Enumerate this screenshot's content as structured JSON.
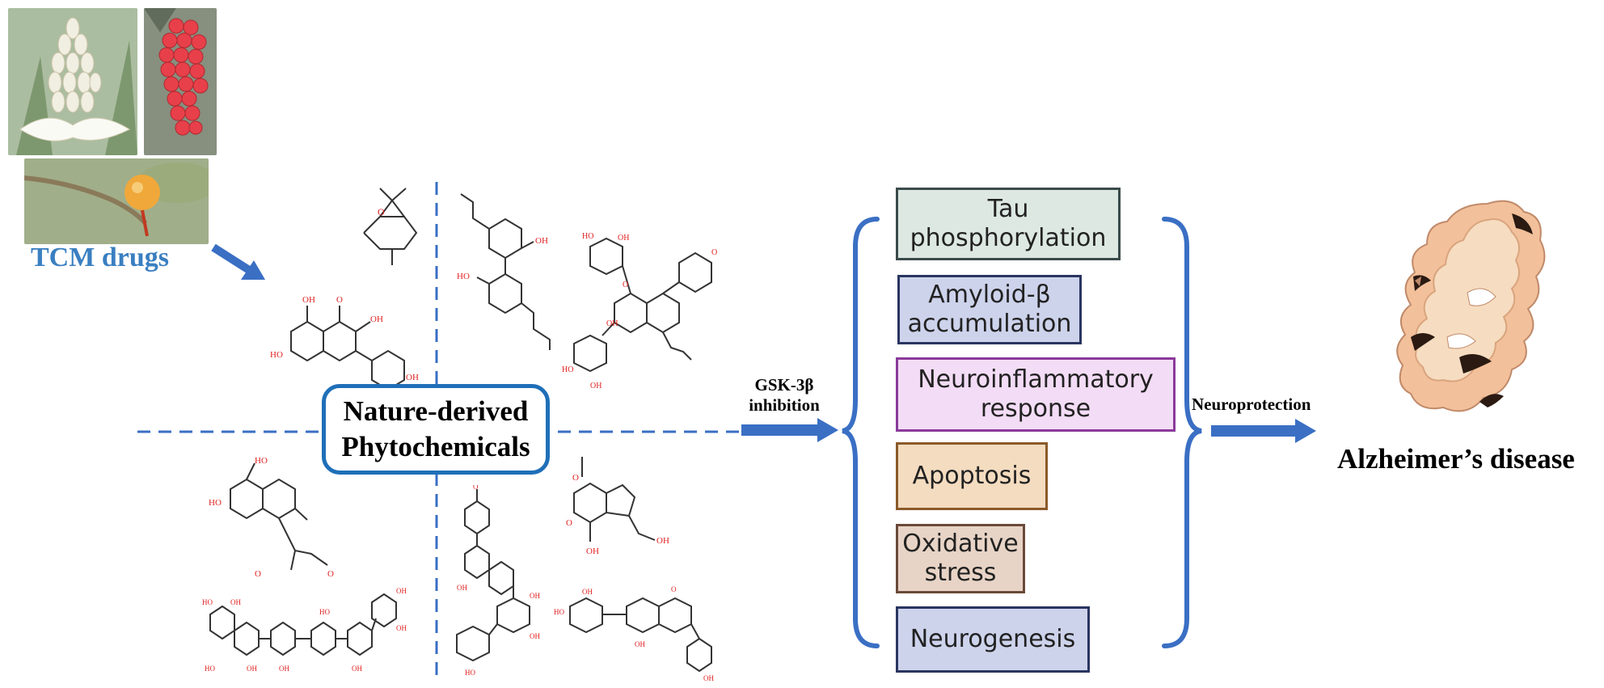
{
  "tcm": {
    "label": "TCM drugs",
    "photos": [
      "white-flower-photo",
      "red-berries-photo",
      "yellow-fruit-photo"
    ]
  },
  "center": {
    "line1": "Nature-derived",
    "line2": "Phytochemicals"
  },
  "gsk": {
    "line1": "GSK-3β",
    "line2": "inhibition"
  },
  "mechanisms": [
    {
      "line1": "Tau",
      "line2": "phosphorylation",
      "fill": "#dde8e3",
      "border": "#3a4a4a"
    },
    {
      "line1": "Amyloid-β",
      "line2": "accumulation",
      "fill": "#cdd3eb",
      "border": "#2a3560"
    },
    {
      "line1": "Neuroinflammatory",
      "line2": "response",
      "fill": "#f3dcf5",
      "border": "#8a3a9a"
    },
    {
      "line1": "Apoptosis",
      "line2": "",
      "fill": "#f4dcc0",
      "border": "#8a5a2a"
    },
    {
      "line1": "Oxidative",
      "line2": "stress",
      "fill": "#e8d4c6",
      "border": "#6a4a3a"
    },
    {
      "line1": "Neurogenesis",
      "line2": "",
      "fill": "#cdd3eb",
      "border": "#2a3560"
    }
  ],
  "outcome": {
    "arrow_label": "Neuroprotection",
    "disease_label": "Alzheimer’s disease"
  },
  "colors": {
    "accent_blue": "#3a6fc4",
    "tcm_blue": "#3a7fc1",
    "dashed_line": "#3a6fc4",
    "bond": "#333333",
    "oxygen": "#e02020"
  }
}
